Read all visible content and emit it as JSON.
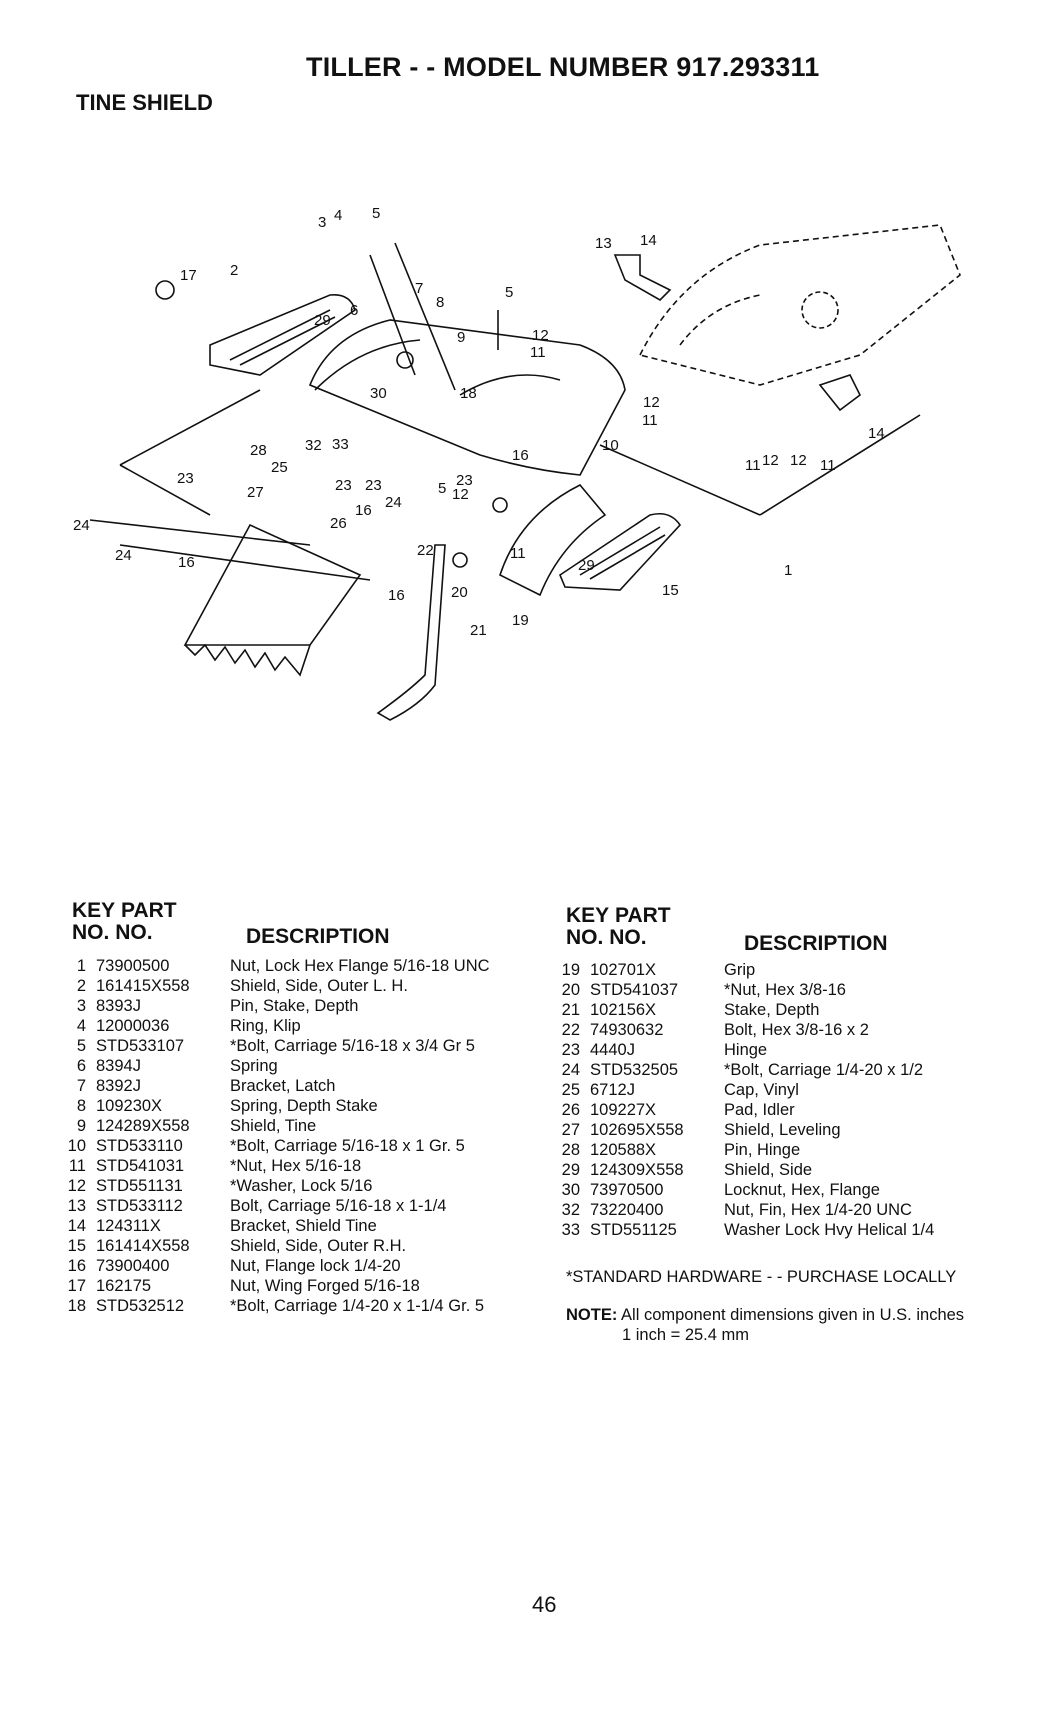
{
  "header": {
    "title": "TILLER - - MODEL NUMBER 917.293311",
    "section": "TINE SHIELD"
  },
  "diagram": {
    "callouts": [
      "1",
      "2",
      "3",
      "4",
      "5",
      "5",
      "5",
      "6",
      "7",
      "8",
      "9",
      "10",
      "11",
      "11",
      "11",
      "11",
      "12",
      "12",
      "12",
      "12",
      "13",
      "14",
      "14",
      "15",
      "16",
      "16",
      "16",
      "17",
      "18",
      "19",
      "20",
      "21",
      "22",
      "23",
      "23",
      "23",
      "23",
      "24",
      "24",
      "24",
      "25",
      "26",
      "27",
      "28",
      "29",
      "29",
      "30",
      "32",
      "33"
    ]
  },
  "table": {
    "headers": {
      "key": "KEY",
      "no1": "NO.",
      "part": "PART",
      "no2": "NO.",
      "description": "DESCRIPTION"
    },
    "left": [
      {
        "key": "1",
        "part": "73900500",
        "desc": "Nut, Lock Hex Flange 5/16-18 UNC"
      },
      {
        "key": "2",
        "part": "161415X558",
        "desc": "Shield, Side, Outer L. H."
      },
      {
        "key": "3",
        "part": "8393J",
        "desc": "Pin, Stake, Depth"
      },
      {
        "key": "4",
        "part": "12000036",
        "desc": "Ring, Klip"
      },
      {
        "key": "5",
        "part": "STD533107",
        "desc": "*Bolt, Carriage 5/16-18 x 3/4 Gr 5"
      },
      {
        "key": "6",
        "part": "8394J",
        "desc": "Spring"
      },
      {
        "key": "7",
        "part": "8392J",
        "desc": "Bracket, Latch"
      },
      {
        "key": "8",
        "part": "109230X",
        "desc": "Spring, Depth Stake"
      },
      {
        "key": "9",
        "part": "124289X558",
        "desc": "Shield, Tine"
      },
      {
        "key": "10",
        "part": "STD533110",
        "desc": "*Bolt, Carriage 5/16-18 x 1 Gr. 5"
      },
      {
        "key": "11",
        "part": "STD541031",
        "desc": "*Nut, Hex 5/16-18"
      },
      {
        "key": "12",
        "part": "STD551131",
        "desc": "*Washer, Lock 5/16"
      },
      {
        "key": "13",
        "part": "STD533112",
        "desc": "Bolt, Carriage 5/16-18 x 1-1/4"
      },
      {
        "key": "14",
        "part": "124311X",
        "desc": "Bracket, Shield Tine"
      },
      {
        "key": "15",
        "part": "161414X558",
        "desc": "Shield, Side, Outer R.H."
      },
      {
        "key": "16",
        "part": "73900400",
        "desc": "Nut, Flange lock 1/4-20"
      },
      {
        "key": "17",
        "part": "162175",
        "desc": "Nut, Wing Forged 5/16-18"
      },
      {
        "key": "18",
        "part": "STD532512",
        "desc": "*Bolt, Carriage 1/4-20 x 1-1/4 Gr. 5"
      }
    ],
    "right": [
      {
        "key": "19",
        "part": "102701X",
        "desc": "Grip"
      },
      {
        "key": "20",
        "part": "STD541037",
        "desc": "*Nut, Hex 3/8-16"
      },
      {
        "key": "21",
        "part": "102156X",
        "desc": "Stake, Depth"
      },
      {
        "key": "22",
        "part": "74930632",
        "desc": "Bolt, Hex 3/8-16 x 2"
      },
      {
        "key": "23",
        "part": "4440J",
        "desc": "Hinge"
      },
      {
        "key": "24",
        "part": "STD532505",
        "desc": "*Bolt, Carriage 1/4-20 x 1/2"
      },
      {
        "key": "25",
        "part": "6712J",
        "desc": "Cap, Vinyl"
      },
      {
        "key": "26",
        "part": "109227X",
        "desc": "Pad, Idler"
      },
      {
        "key": "27",
        "part": "102695X558",
        "desc": "Shield, Leveling"
      },
      {
        "key": "28",
        "part": "120588X",
        "desc": "Pin, Hinge"
      },
      {
        "key": "29",
        "part": "124309X558",
        "desc": "Shield, Side"
      },
      {
        "key": "30",
        "part": "73970500",
        "desc": "Locknut, Hex, Flange"
      },
      {
        "key": "32",
        "part": "73220400",
        "desc": "Nut, Fin, Hex 1/4-20 UNC"
      },
      {
        "key": "33",
        "part": "STD551125",
        "desc": "Washer Lock Hvy Helical 1/4"
      }
    ]
  },
  "notes": {
    "standard": "*STANDARD HARDWARE - - PURCHASE LOCALLY",
    "note_label": "NOTE:",
    "note_text": "All component dimensions given in U.S. inches",
    "note_line2": "1 inch = 25.4 mm"
  },
  "page_number": "46"
}
